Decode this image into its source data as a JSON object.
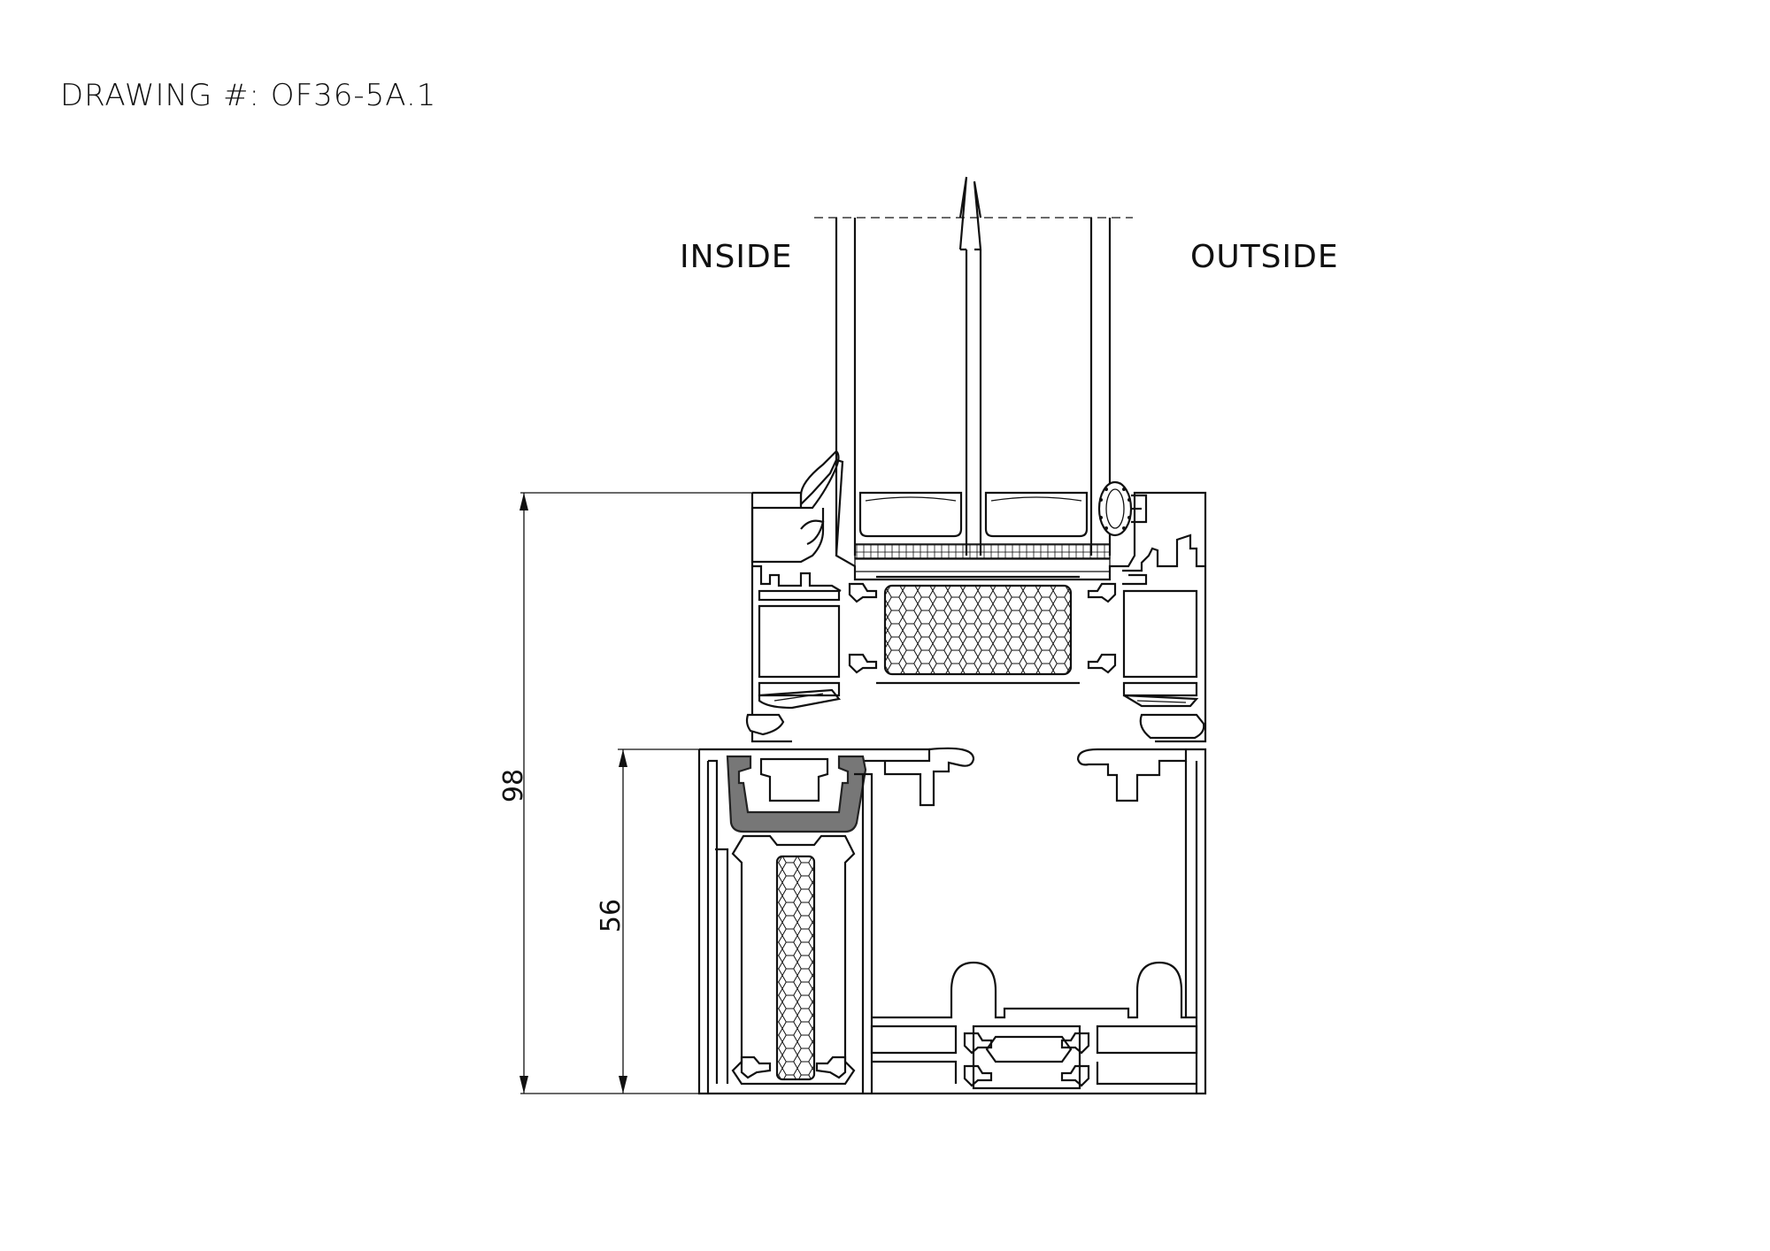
{
  "drawing": {
    "title": "DRAWING #: OF36-5A.1",
    "inside_label": "INSIDE",
    "outside_label": "OUTSIDE"
  },
  "dimensions": {
    "overall_height": "98",
    "frame_height": "56"
  },
  "colors": {
    "line": "#111111",
    "background": "#ffffff",
    "gasket": "#777777",
    "gasket_edge": "#222222"
  }
}
